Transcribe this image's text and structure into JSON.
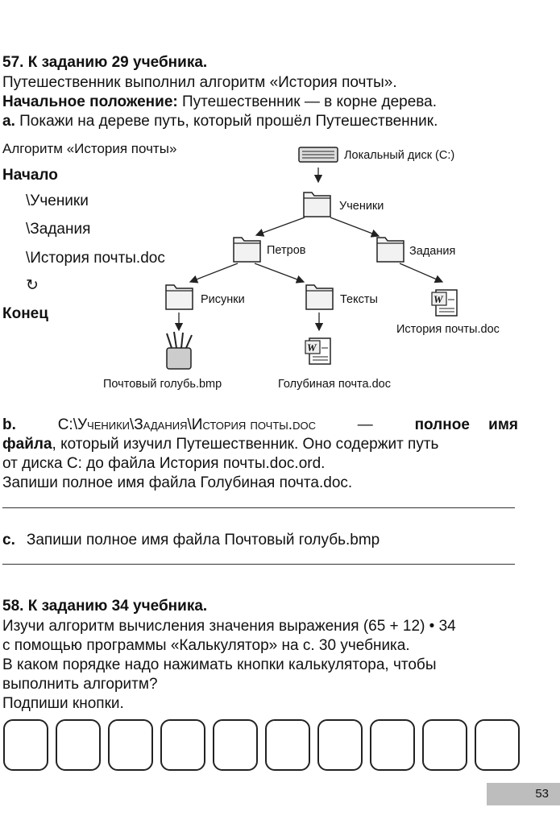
{
  "task57": {
    "title": "57. К заданию 29 учебника.",
    "line1": "Путешественник выполнил алгоритм «История почты».",
    "start_label": "Начальное положение:",
    "start_text": " Путешественник — в корне дерева.",
    "a_label": "а.",
    "a_text": " Покажи на дереве путь, который прошёл Путешественник."
  },
  "algorithm": {
    "title": "Алгоритм «История почты»",
    "begin": "Начало",
    "steps": [
      "\\Ученики",
      "\\Задания",
      "\\История почты.doc"
    ],
    "repeat_symbol": "↻",
    "end": "Конец"
  },
  "tree": {
    "root": "Локальный диск (С:)",
    "uchenik": "Ученики",
    "petrov": "Петров",
    "zadaniya": "Задания",
    "risunki": "Рисунки",
    "teksty": "Тексты",
    "istoriya": "История почты.doc",
    "golub": "Почтовый голубь.bmp",
    "golubinaya": "Голубиная почта.doc"
  },
  "part_b": {
    "label": "b.",
    "path": "С:\\Ученики\\Задания\\История почты.doc",
    "dash": "—",
    "full_name_label": "полное имя",
    "line2_bold": "файла",
    "line2_rest": ", который изучил Путешественник. Оно содержит путь",
    "line3": "от диска С: до файла История почты.doc.ord.",
    "line4": "Запиши полное имя файла Голубиная почта.doc."
  },
  "part_c": {
    "label": "с.",
    "text": "Запиши полное имя файла Почтовый голубь.bmp"
  },
  "task58": {
    "title": "58. К заданию 34 учебника.",
    "line1": "Изучи алгоритм вычисления значения выражения (65 + 12) • 34",
    "line2": "с помощью программы «Калькулятор» на с. 30 учебника.",
    "line3": "В каком порядке надо нажимать кнопки калькулятора, чтобы",
    "line4": "выполнить алгоритм?",
    "line5": "Подпиши кнопки."
  },
  "page_number": "53"
}
